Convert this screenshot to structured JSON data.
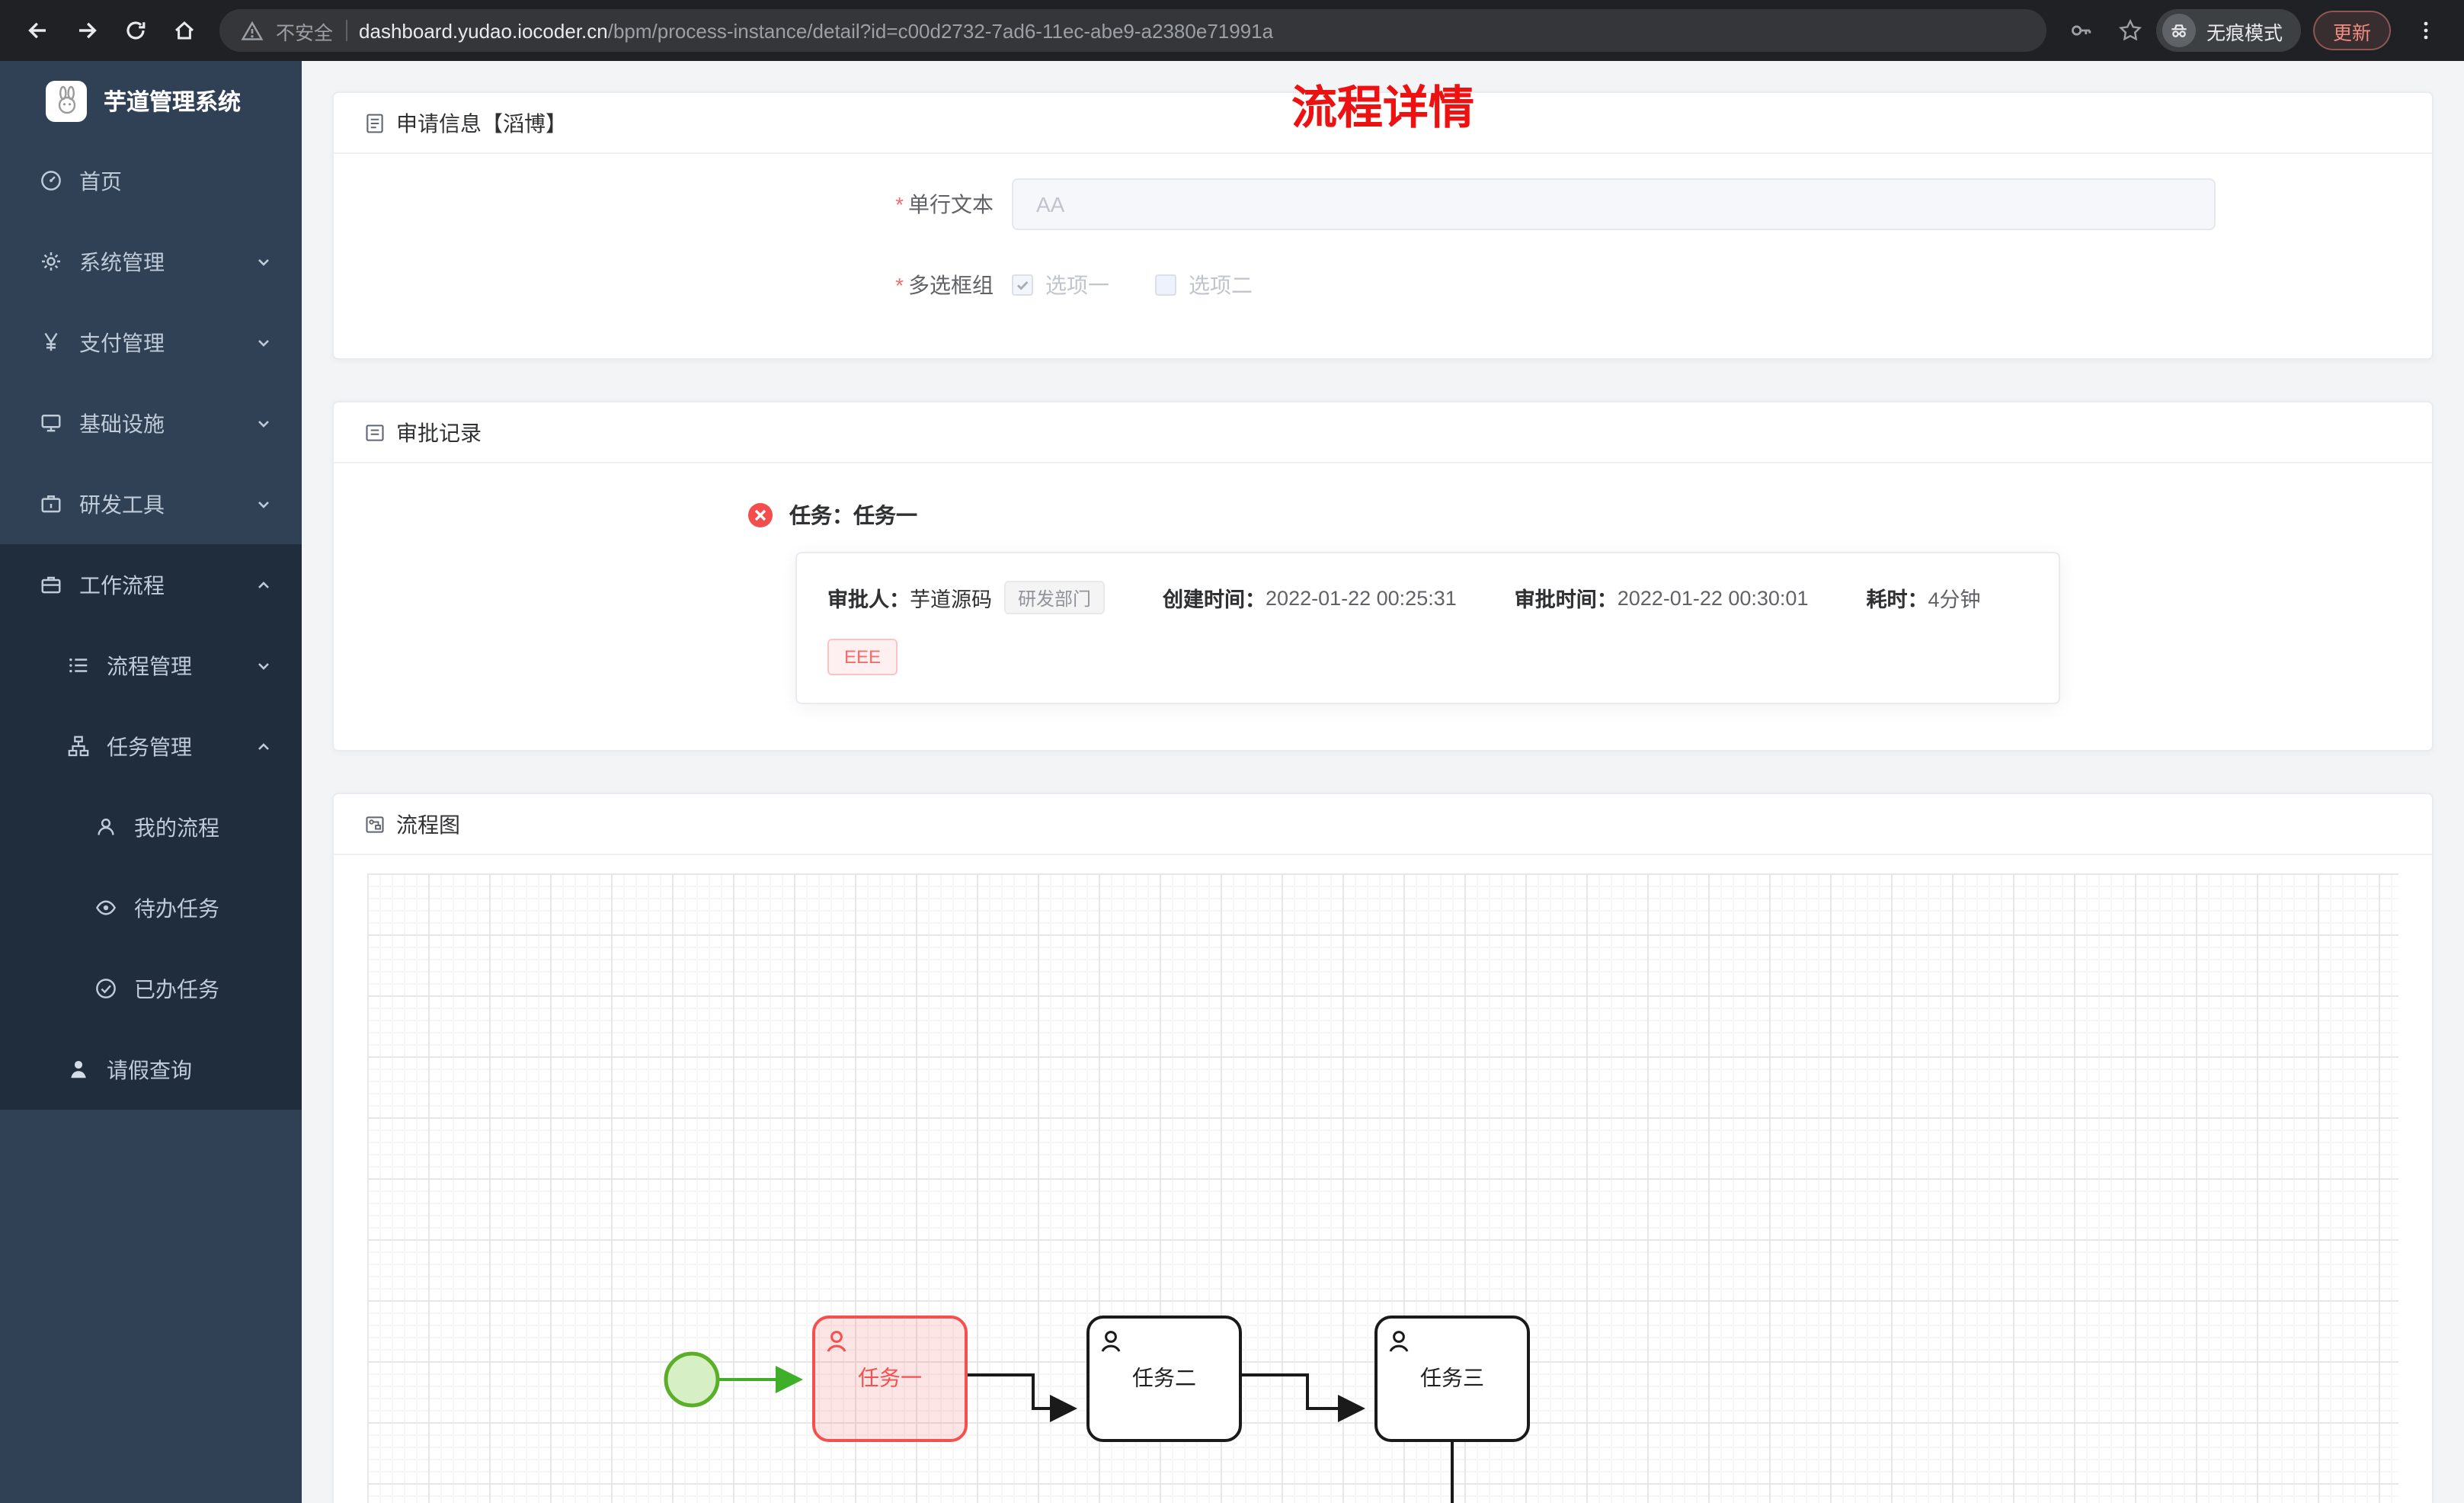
{
  "browser": {
    "security_label": "不安全",
    "url_domain": "dashboard.yudao.iocoder.cn",
    "url_path": "/bpm/process-instance/detail?id=c00d2732-7ad6-11ec-abe9-a2380e71991a",
    "incognito_label": "无痕模式",
    "update_label": "更新"
  },
  "sidebar": {
    "logo_title": "芋道管理系统",
    "items": [
      {
        "label": "首页",
        "icon": "dashboard-icon"
      },
      {
        "label": "系统管理",
        "icon": "gear-icon",
        "chevron": "down"
      },
      {
        "label": "支付管理",
        "icon": "yen-icon",
        "chevron": "down"
      },
      {
        "label": "基础设施",
        "icon": "infrastructure-icon",
        "chevron": "down"
      },
      {
        "label": "研发工具",
        "icon": "tools-icon",
        "chevron": "down"
      },
      {
        "label": "工作流程",
        "icon": "briefcase-icon",
        "chevron": "up"
      },
      {
        "label": "流程管理",
        "icon": "list-icon",
        "chevron": "down"
      },
      {
        "label": "任务管理",
        "icon": "tree-icon",
        "chevron": "up"
      },
      {
        "label": "我的流程",
        "icon": "user-icon"
      },
      {
        "label": "待办任务",
        "icon": "eye-icon"
      },
      {
        "label": "已办任务",
        "icon": "check-circle-icon"
      },
      {
        "label": "请假查询",
        "icon": "person-icon"
      }
    ]
  },
  "page": {
    "title": "流程详情"
  },
  "colors": {
    "page_title": "#ee1111",
    "active_task": "#f5504e",
    "start_event": "#52b41f",
    "sidebar_bg": "#304156",
    "submenu_bg": "#1f2d3d"
  },
  "apply_card": {
    "header": "申请信息【滔博】",
    "required_mark": "*",
    "text_field": {
      "label": "单行文本",
      "value": "AA"
    },
    "checkbox_field": {
      "label": "多选框组",
      "options": [
        {
          "label": "选项一",
          "checked": true
        },
        {
          "label": "选项二",
          "checked": false
        }
      ]
    }
  },
  "approval_card": {
    "header": "审批记录",
    "task_title": "任务：任务一",
    "approver_label": "审批人：",
    "approver": "芋道源码",
    "dept_tag": "研发部门",
    "create_label": "创建时间：",
    "create_time": "2022-01-22 00:25:31",
    "approve_label": "审批时间：",
    "approve_time": "2022-01-22 00:30:01",
    "duration_label": "耗时：",
    "duration": "4分钟",
    "comment_tag": "EEE"
  },
  "diagram_card": {
    "header": "流程图",
    "tasks": [
      {
        "label": "任务一",
        "state": "current"
      },
      {
        "label": "任务二",
        "state": "pending"
      },
      {
        "label": "任务三",
        "state": "pending"
      }
    ]
  }
}
